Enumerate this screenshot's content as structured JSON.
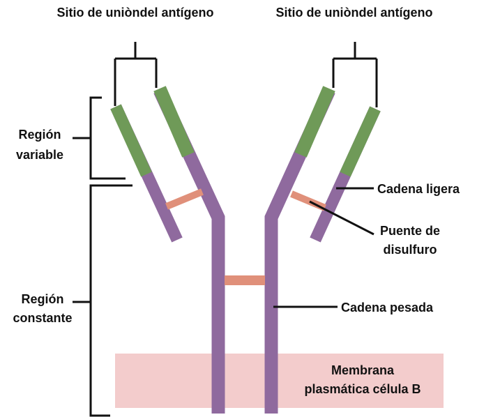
{
  "labels": {
    "antigen_site_left": "Sitio de uniòndel antígeno",
    "antigen_site_right": "Sitio de uniòndel antígeno",
    "variable_region_line1": "Región",
    "variable_region_line2": "variable",
    "constant_region_line1": "Región",
    "constant_region_line2": "constante",
    "light_chain": "Cadena ligera",
    "disulfide_bridge_line1": "Puente de",
    "disulfide_bridge_line2": "disulfuro",
    "heavy_chain": "Cadena pesada",
    "membrane_line1": "Membrana",
    "membrane_line2": "plasmática célula B"
  },
  "colors": {
    "purple": "#8f6a9e",
    "green": "#6f9a58",
    "disulfide": "#e0907a",
    "membrane": "#f3cccc",
    "line": "#111111"
  }
}
